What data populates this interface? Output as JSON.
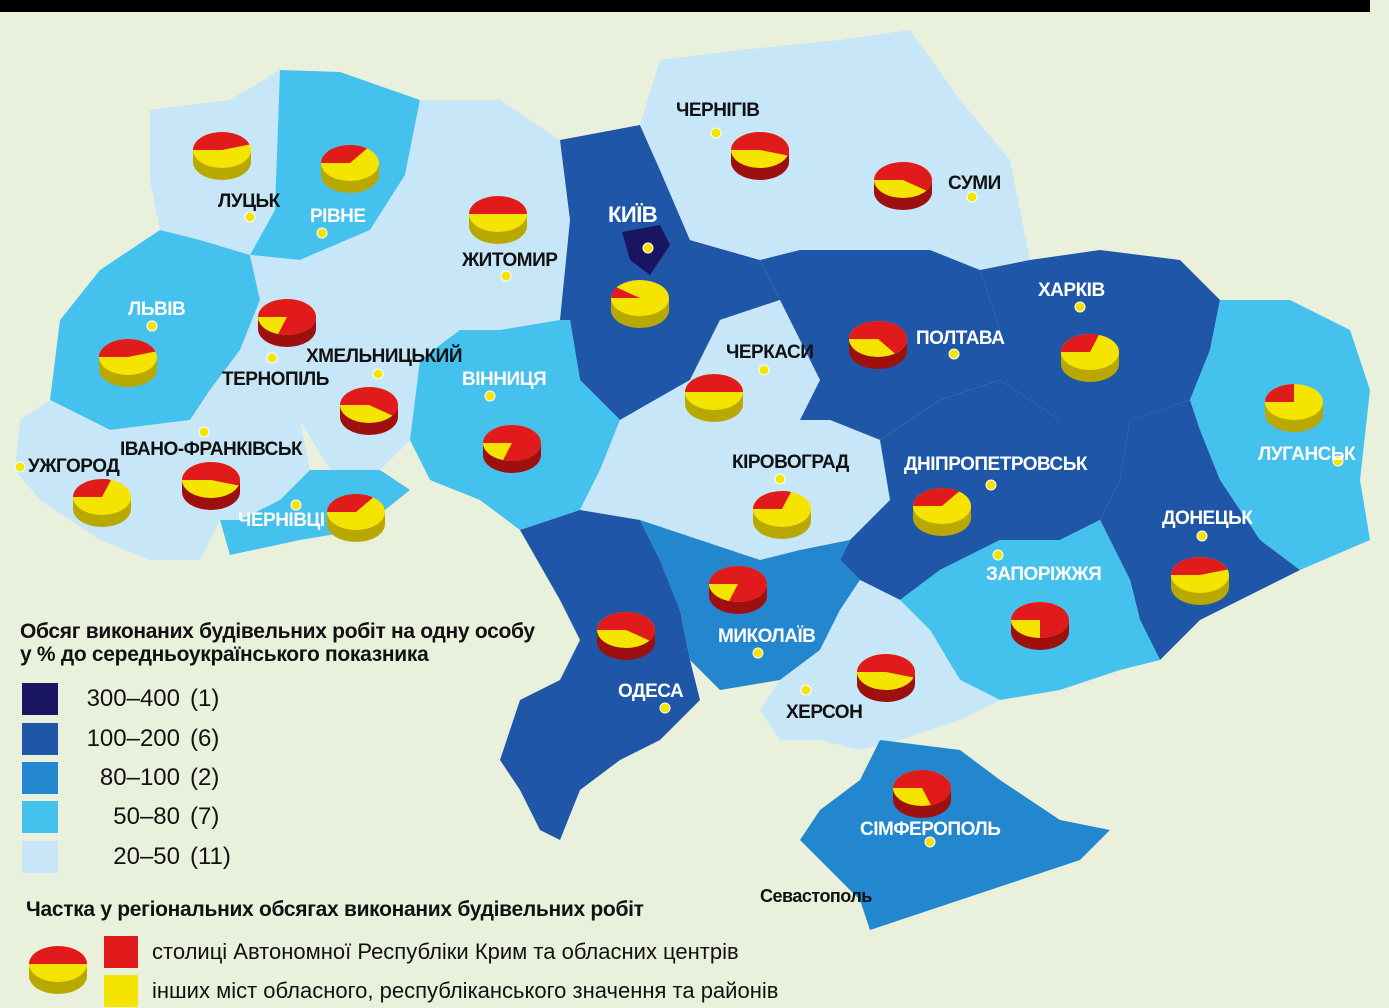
{
  "title": "",
  "colors": {
    "c300_400": "#1a1560",
    "c100_200": "#1f56a8",
    "c80_100": "#2287cf",
    "c50_80": "#45c1ee",
    "c20_50": "#c7e6f7",
    "red": "#e11b1b",
    "yellow": "#f5e400",
    "background": "#e9f1dc"
  },
  "cities": [
    {
      "key": "lutsk",
      "name": "ЛУЦЬК",
      "style": "dark"
    },
    {
      "key": "rivne",
      "name": "РІВНЕ",
      "style": "light"
    },
    {
      "key": "zhytomyr",
      "name": "ЖИТОМИР",
      "style": "dark"
    },
    {
      "key": "kyiv",
      "name": "КИЇВ",
      "style": "light"
    },
    {
      "key": "chernihiv",
      "name": "ЧЕРНІГІВ",
      "style": "dark"
    },
    {
      "key": "sumy",
      "name": "СУМИ",
      "style": "dark"
    },
    {
      "key": "lviv",
      "name": "ЛЬВІВ",
      "style": "light"
    },
    {
      "key": "ternopil",
      "name": "ТЕРНОПІЛЬ",
      "style": "dark"
    },
    {
      "key": "khmelnytskyi",
      "name": "ХМЕЛЬНИЦЬКИЙ",
      "style": "dark"
    },
    {
      "key": "vinnytsia",
      "name": "ВІННИЦЯ",
      "style": "light"
    },
    {
      "key": "cherkasy",
      "name": "ЧЕРКАСИ",
      "style": "dark"
    },
    {
      "key": "poltava",
      "name": "ПОЛТАВА",
      "style": "light"
    },
    {
      "key": "kharkiv",
      "name": "ХАРКІВ",
      "style": "light"
    },
    {
      "key": "uzhhorod",
      "name": "УЖГОРОД",
      "style": "dark"
    },
    {
      "key": "ivano_frankivsk",
      "name": "ІВАНО-ФРАНКІВСЬК",
      "style": "dark"
    },
    {
      "key": "chernivtsi",
      "name": "ЧЕРНІВЦІ",
      "style": "light"
    },
    {
      "key": "kirovohrad",
      "name": "КІРОВОГРАД",
      "style": "dark"
    },
    {
      "key": "dnipro",
      "name": "ДНІПРОПЕТРОВСЬК",
      "style": "light"
    },
    {
      "key": "luhansk",
      "name": "ЛУГАНСЬК",
      "style": "light"
    },
    {
      "key": "donetsk",
      "name": "ДОНЕЦЬК",
      "style": "light"
    },
    {
      "key": "zaporizhzhia",
      "name": "ЗАПОРІЖЖЯ",
      "style": "light"
    },
    {
      "key": "mykolaiv",
      "name": "МИКОЛАЇВ",
      "style": "light"
    },
    {
      "key": "odesa",
      "name": "ОДЕСА",
      "style": "light"
    },
    {
      "key": "kherson",
      "name": "ХЕРСОН",
      "style": "dark"
    },
    {
      "key": "simferopol",
      "name": "СІМФЕРОПОЛЬ",
      "style": "light"
    },
    {
      "key": "sevastopol",
      "name": "Севастополь",
      "style": "dark"
    }
  ],
  "legend": {
    "title_line1": "Обсяг виконаних будівельних робіт на одну особу",
    "title_line2": "у % до середньоукраїнського показника",
    "items": [
      {
        "range": "300–400",
        "count": "(1)",
        "color": "#1a1560"
      },
      {
        "range": "100–200",
        "count": "(6)",
        "color": "#1f56a8"
      },
      {
        "range": "80–100",
        "count": "(2)",
        "color": "#2287cf"
      },
      {
        "range": "50–80",
        "count": "(7)",
        "color": "#45c1ee"
      },
      {
        "range": "20–50",
        "count": "(11)",
        "color": "#c7e6f7"
      }
    ]
  },
  "share_legend": {
    "title": "Частка у регіональних обсягах виконаних будівельних робіт",
    "red_label": "столиці Автономної Республіки Крим та обласних центрів",
    "yellow_label": "інших міст обласного, республіканського значення та районів"
  }
}
